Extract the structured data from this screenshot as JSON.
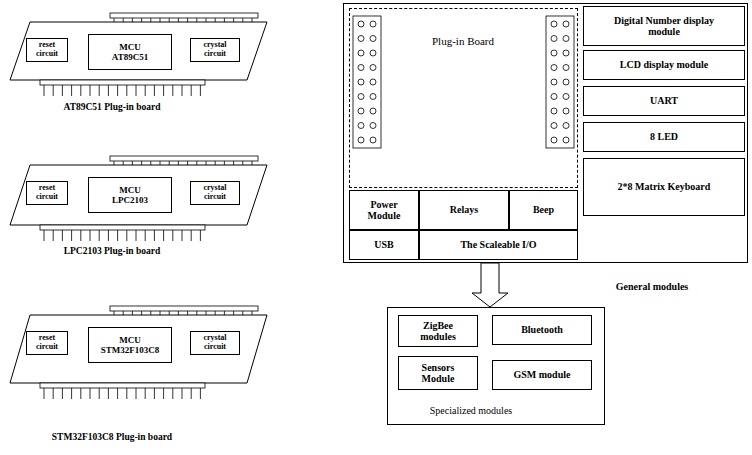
{
  "diagram": {
    "nodes": [
      {
        "text": [
          "AT89C51 Plug-in board"
        ]
      },
      {
        "text": [
          "reset circuit"
        ],
        "in": 0
      },
      {
        "text": [
          "MCU AT89C51"
        ],
        "in": 0
      },
      {
        "text": [
          "crystal circuit"
        ],
        "in": 0
      },
      {
        "text": [
          "LPC2103 Plug-in board"
        ]
      },
      {
        "text": [
          "reset circuit"
        ],
        "in": 4
      },
      {
        "text": [
          "MCU LPC2103"
        ],
        "in": 4
      },
      {
        "text": [
          "crystal circuit"
        ],
        "in": 4
      },
      {
        "text": [
          "STM32F103C8 Plug-in board"
        ]
      },
      {
        "text": [
          "reset circuit"
        ],
        "in": 8
      },
      {
        "text": [
          "MCU STM32F103C8"
        ],
        "in": 8
      },
      {
        "text": [
          "crystal circuit"
        ],
        "in": 8
      },
      {
        "text": [
          "General modules"
        ]
      },
      {
        "text": [
          "Plug-in Board"
        ],
        "in": 12
      },
      {
        "text": [
          "Power Module"
        ],
        "in": 12
      },
      {
        "text": [
          "Relays"
        ],
        "in": 12
      },
      {
        "text": [
          "Beep"
        ],
        "in": 12
      },
      {
        "text": [
          "USB"
        ],
        "in": 12
      },
      {
        "text": [
          "The Scaleable I/O"
        ],
        "in": 12
      },
      {
        "text": [
          "Digital Number display module"
        ],
        "in": 12
      },
      {
        "text": [
          "LCD display module"
        ],
        "in": 12
      },
      {
        "text": [
          "UART"
        ],
        "in": 12
      },
      {
        "text": [
          "8 LED"
        ],
        "in": 12
      },
      {
        "text": [
          "2*8 Matrix Keyboard"
        ],
        "in": 12
      },
      {
        "text": [
          "Specialized modules"
        ]
      },
      {
        "text": [
          "ZigBee modules"
        ],
        "in": 24
      },
      {
        "text": [
          "Bluetooth"
        ],
        "in": 24
      },
      {
        "text": [
          "Sensors Module"
        ],
        "in": 24
      },
      {
        "text": [
          "GSM module"
        ],
        "in": 24
      }
    ],
    "edges": [
      {
        "from": 12,
        "to": 24,
        "arrow": "to"
      }
    ]
  }
}
